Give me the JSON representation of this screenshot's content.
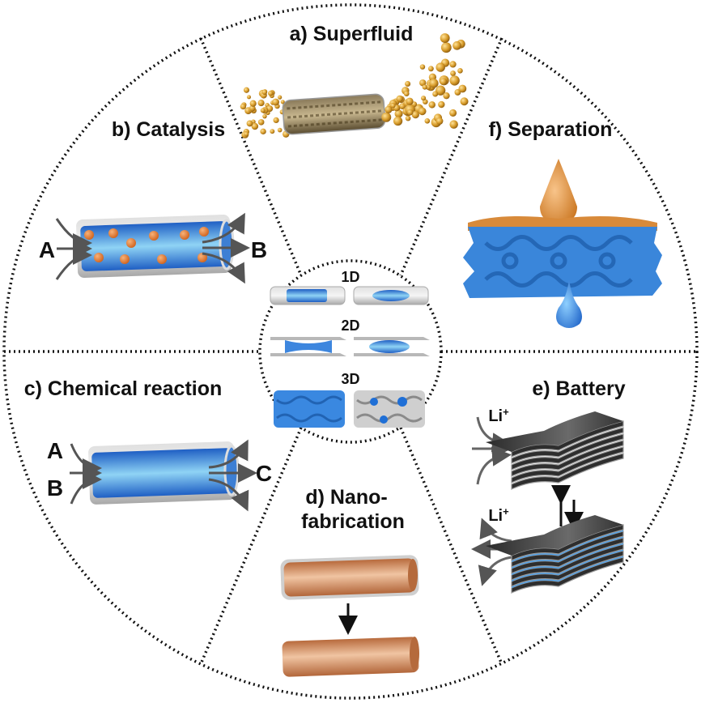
{
  "title": "Confined fluid applications",
  "center": {
    "rows": [
      {
        "label": "1D"
      },
      {
        "label": "2D"
      },
      {
        "label": "3D"
      }
    ]
  },
  "sections": {
    "a": {
      "label": "a) Superfluid"
    },
    "b": {
      "label": "b) Catalysis",
      "input": "A",
      "output": "B"
    },
    "c": {
      "label": "c) Chemical reaction",
      "input1": "A",
      "input2": "B",
      "output": "C"
    },
    "d": {
      "label_line1": "d) Nano-",
      "label_line2": "fabrication"
    },
    "e": {
      "label": "e) Battery",
      "ion_top": "Li",
      "ion_bottom": "Li",
      "ion_charge": "+"
    },
    "f": {
      "label": "f) Separation"
    }
  },
  "colors": {
    "fluid_blue": "#2f7fd8",
    "fluid_light": "#8fd3f5",
    "particle_orange": "#e07a2a",
    "gold": "#d9a030",
    "copper": "#c8784a",
    "tube_gray": "#bfbfbf",
    "graphite": "#3a3a3a",
    "text": "#111111"
  }
}
